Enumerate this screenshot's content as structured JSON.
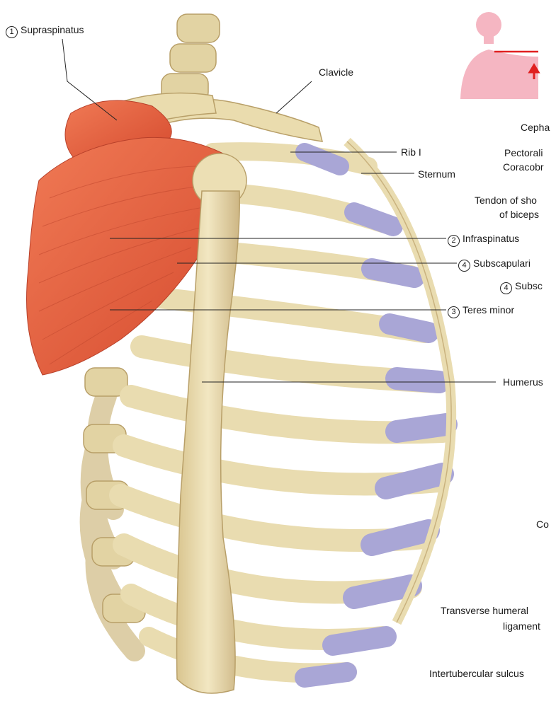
{
  "labels": {
    "supraspinatus": {
      "num": "1",
      "text": "Supraspinatus"
    },
    "clavicle": "Clavicle",
    "rib1": "Rib I",
    "sternum": "Sternum",
    "infraspinatus": {
      "num": "2",
      "text": "Infraspinatus"
    },
    "subscapularis_a": {
      "num": "4",
      "text": "Subscapulari"
    },
    "subscapularis_b": {
      "num": "4",
      "text": "Subsc"
    },
    "teres_minor": {
      "num": "3",
      "text": "Teres minor"
    },
    "humerus": "Humerus",
    "cephalic": "Cepha",
    "pectoralis": "Pectorali",
    "coracobr": "Coracobr",
    "tendon_line1": "Tendon of sho",
    "tendon_line2": "of biceps",
    "cor": "Co",
    "transverse_line1": "Transverse humeral",
    "transverse_line2": "ligament",
    "intertubercular": "Intertubercular sulcus"
  },
  "colors": {
    "bone": "#e9dcb0",
    "bone_shadow": "#c9b27e",
    "cartilage": "#a9a6d6",
    "muscle": "#e8603f",
    "muscle_dark": "#c8432a",
    "thumbnail": "#f5b6c2",
    "indicator": "#e02020"
  }
}
